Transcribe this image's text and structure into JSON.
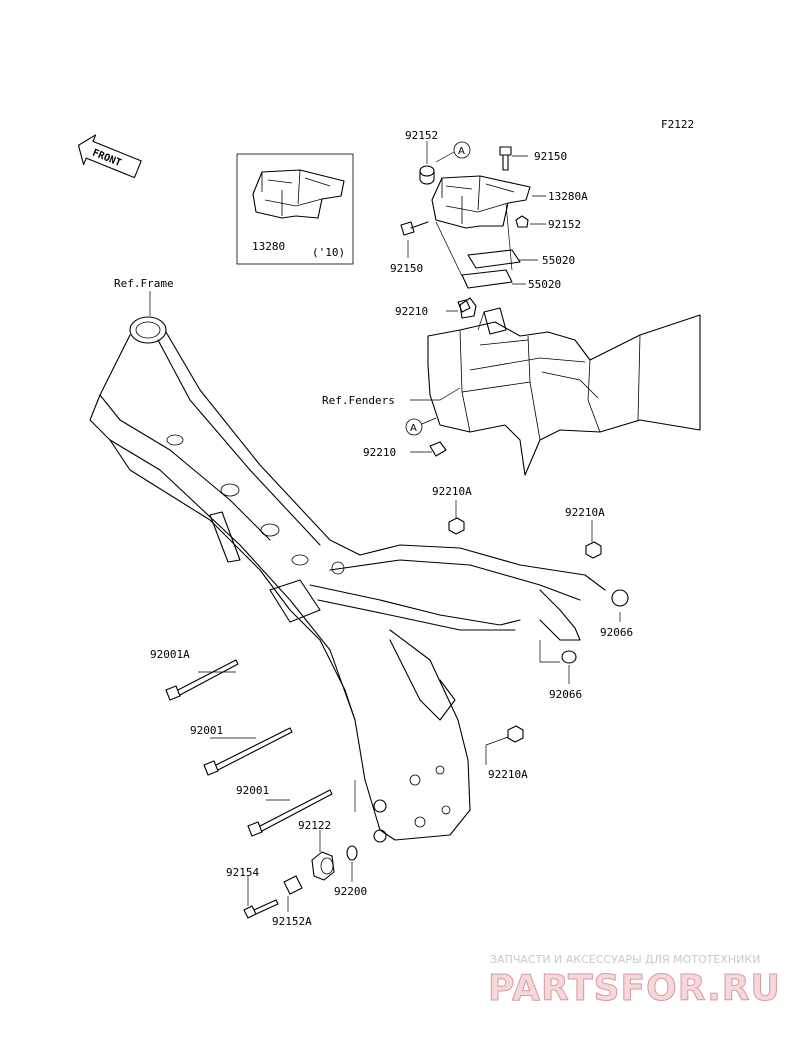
{
  "diagram_code": "F2122",
  "front_label": "FRONT",
  "inset": {
    "part": "13280",
    "note": "('10)"
  },
  "labels": {
    "ref_frame": "Ref.Frame",
    "ref_fenders": "Ref.Fenders",
    "p92152_top": "92152",
    "p92150_top": "92150",
    "p13280a": "13280A",
    "p92152_right": "92152",
    "p92150_left": "92150",
    "p55020_a": "55020",
    "p55020_b": "55020",
    "p92210_a": "92210",
    "p92210_b": "92210",
    "p92210a_1": "92210A",
    "p92210a_2": "92210A",
    "p92210a_3": "92210A",
    "p92066_a": "92066",
    "p92066_b": "92066",
    "p92001a": "92001A",
    "p92001_a": "92001",
    "p92001_b": "92001",
    "p92122": "92122",
    "p92154": "92154",
    "p92200": "92200",
    "p92152a": "92152A"
  },
  "callouts": {
    "a1": "A",
    "a2": "A"
  },
  "watermark": {
    "top": "ЗАПЧАСТИ И АКСЕССУАРЫ ДЛЯ МОТОТЕХНИКИ",
    "brand": "PARTSFOR.RU",
    "brand_color": "#d9505c"
  }
}
